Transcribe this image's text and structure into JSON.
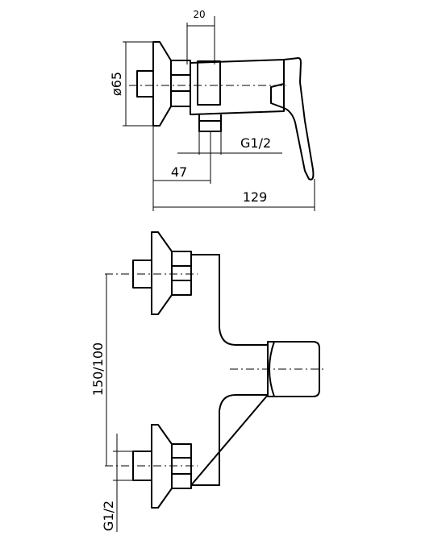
{
  "dimensions": {
    "top_width": "20",
    "diameter": "ø65",
    "thread_top": "G1/2",
    "offset": "47",
    "total_length": "129",
    "center_distance": "150/100",
    "thread_bottom": "G1/2"
  }
}
